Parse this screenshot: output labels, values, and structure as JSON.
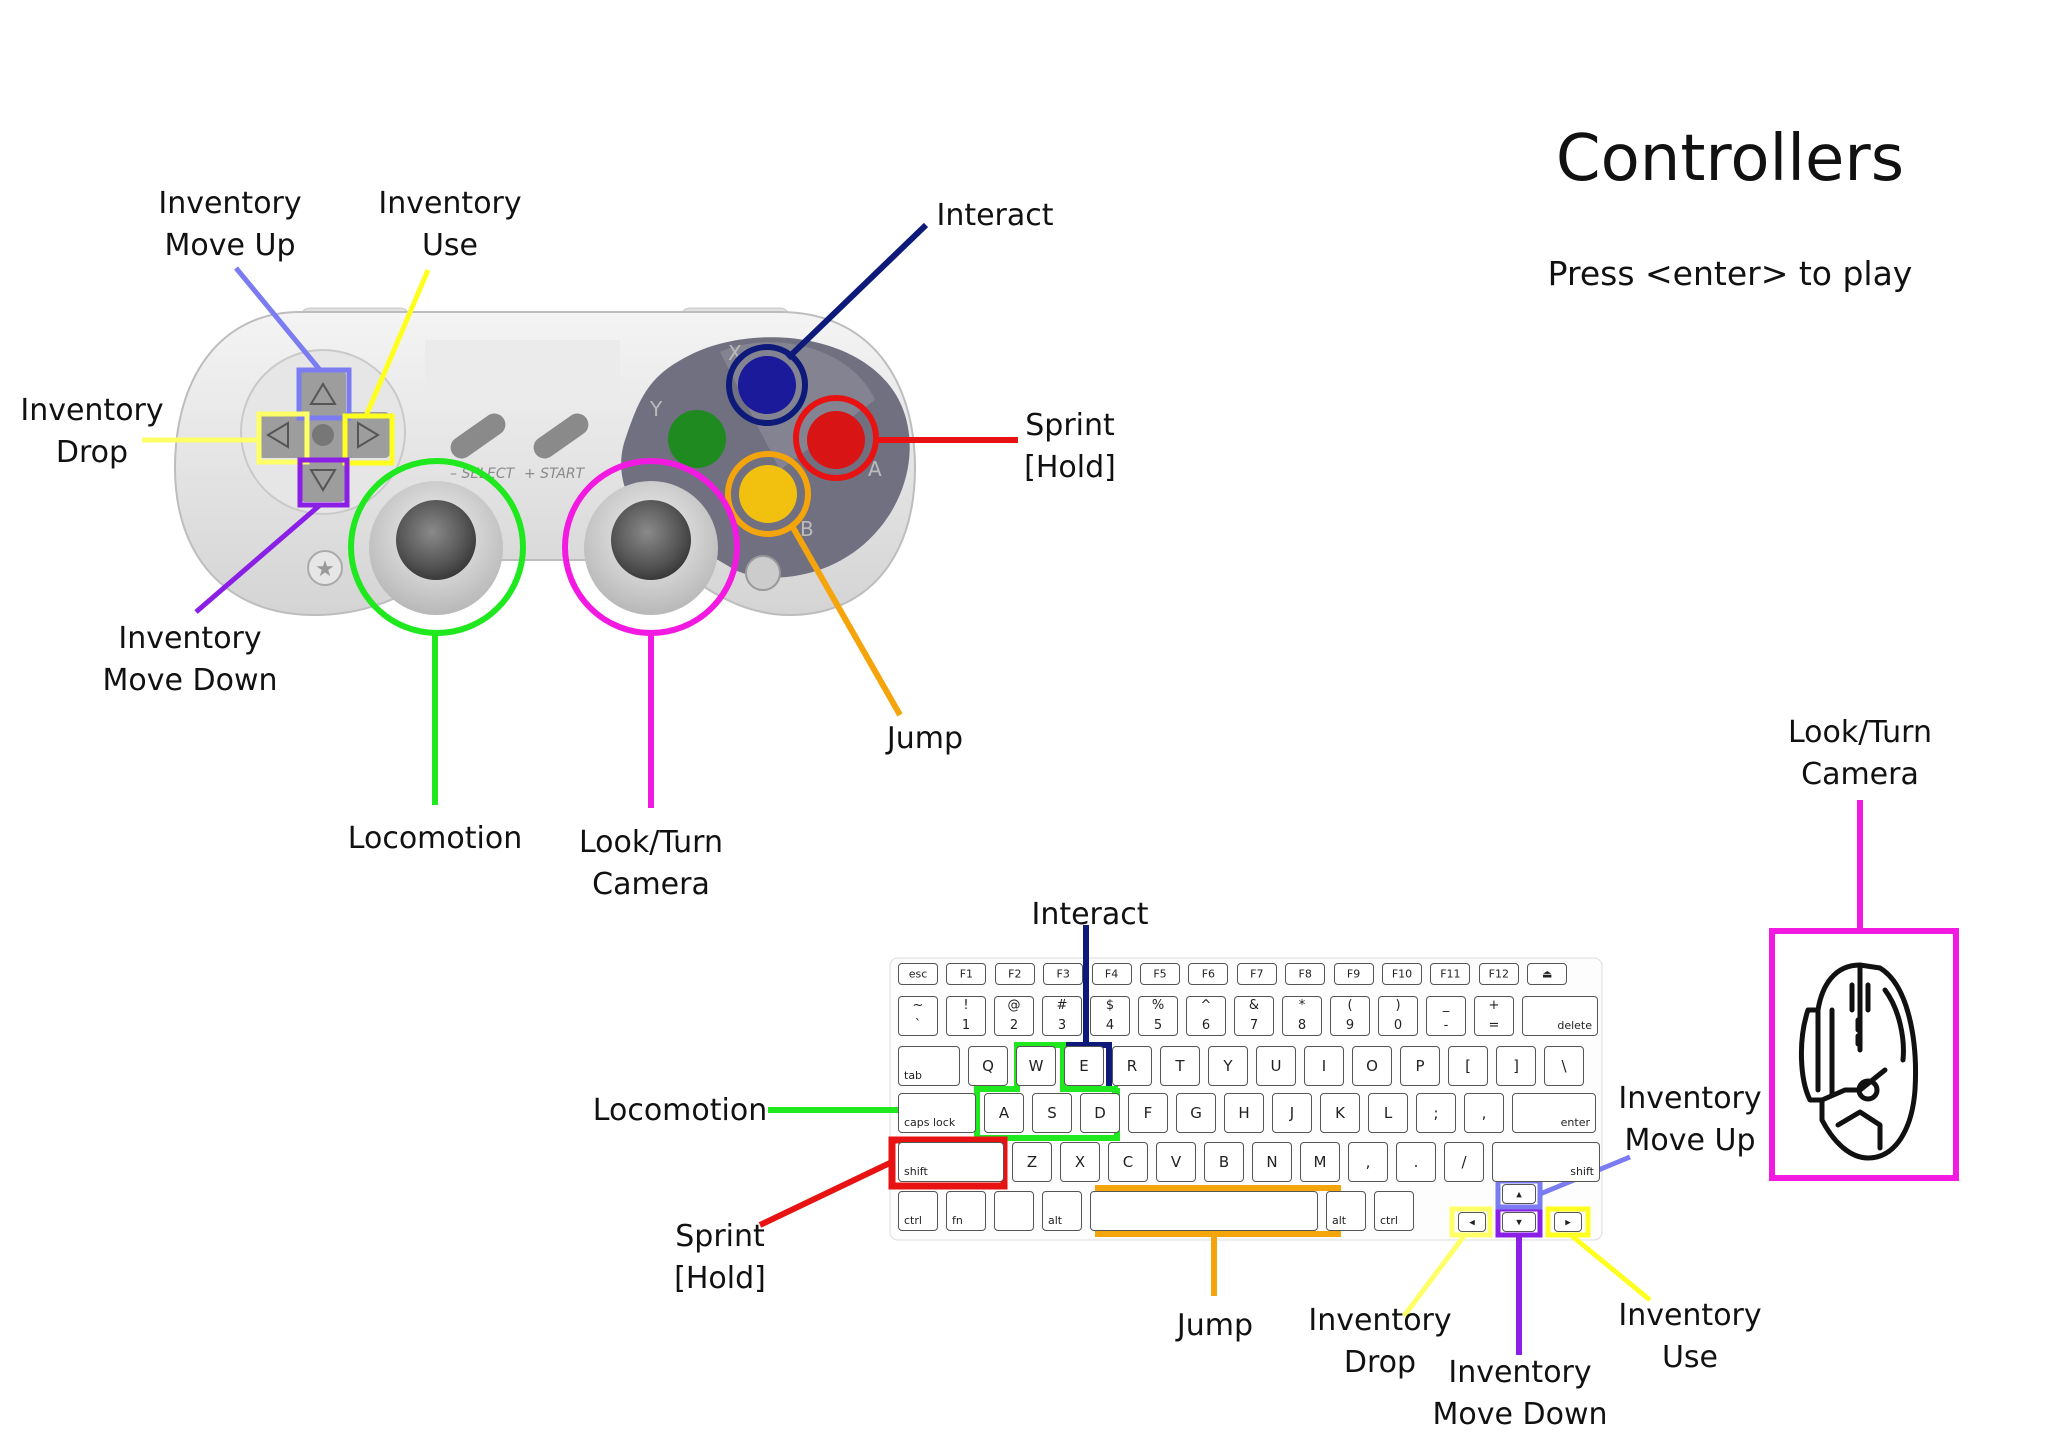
{
  "title": "Controllers",
  "subtitle": "Press <enter> to play",
  "gamepad": {
    "labels": {
      "inv_move_up": [
        "Inventory",
        "Move Up"
      ],
      "inv_use": [
        "Inventory",
        "Use"
      ],
      "inv_drop": [
        "Inventory",
        "Drop"
      ],
      "inv_move_down": [
        "Inventory",
        "Move Down"
      ],
      "interact": [
        "Interact"
      ],
      "sprint": [
        "Sprint",
        "[Hold]"
      ],
      "jump": [
        "Jump"
      ],
      "locomotion": [
        "Locomotion"
      ],
      "look": [
        "Look/Turn",
        "Camera"
      ]
    },
    "button_letters": {
      "x": "X",
      "y": "Y",
      "a": "A",
      "b": "B"
    },
    "select_text": "– SELECT",
    "start_text": "+ START"
  },
  "keyboard": {
    "labels": {
      "interact": [
        "Interact"
      ],
      "locomotion": [
        "Locomotion"
      ],
      "sprint": [
        "Sprint",
        "[Hold]"
      ],
      "jump": [
        "Jump"
      ],
      "inv_drop": [
        "Inventory",
        "Drop"
      ],
      "inv_move_down": [
        "Inventory",
        "Move Down"
      ],
      "inv_use": [
        "Inventory",
        "Use"
      ],
      "inv_move_up": [
        "Inventory",
        "Move Up"
      ]
    },
    "rows": [
      [
        {
          "m": "esc"
        },
        {
          "m": "F1"
        },
        {
          "m": "F2"
        },
        {
          "m": "F3"
        },
        {
          "m": "F4"
        },
        {
          "m": "F5"
        },
        {
          "m": "F6"
        },
        {
          "m": "F7"
        },
        {
          "m": "F8"
        },
        {
          "m": "F9"
        },
        {
          "m": "F10"
        },
        {
          "m": "F11"
        },
        {
          "m": "F12"
        },
        {
          "m": "⏏"
        }
      ],
      [
        {
          "t": "~",
          "b": "`"
        },
        {
          "t": "!",
          "b": "1"
        },
        {
          "t": "@",
          "b": "2"
        },
        {
          "t": "#",
          "b": "3"
        },
        {
          "t": "$",
          "b": "4"
        },
        {
          "t": "%",
          "b": "5"
        },
        {
          "t": "^",
          "b": "6"
        },
        {
          "t": "&",
          "b": "7"
        },
        {
          "t": "*",
          "b": "8"
        },
        {
          "t": "(",
          "b": "9"
        },
        {
          "t": ")",
          "b": "0"
        },
        {
          "t": "_",
          "b": "-"
        },
        {
          "t": "+",
          "b": "="
        },
        {
          "br": "delete"
        }
      ],
      [
        {
          "bl": "tab"
        },
        {
          "m": "Q"
        },
        {
          "m": "W"
        },
        {
          "m": "E"
        },
        {
          "m": "R"
        },
        {
          "m": "T"
        },
        {
          "m": "Y"
        },
        {
          "m": "U"
        },
        {
          "m": "I"
        },
        {
          "m": "O"
        },
        {
          "m": "P"
        },
        {
          "m": "["
        },
        {
          "m": "]"
        },
        {
          "m": "\\"
        }
      ],
      [
        {
          "bl": "caps lock"
        },
        {
          "m": "A"
        },
        {
          "m": "S"
        },
        {
          "m": "D"
        },
        {
          "m": "F"
        },
        {
          "m": "G"
        },
        {
          "m": "H"
        },
        {
          "m": "J"
        },
        {
          "m": "K"
        },
        {
          "m": "L"
        },
        {
          "m": ";"
        },
        {
          "m": ","
        },
        {
          "br": "enter"
        }
      ],
      [
        {
          "bl": "shift"
        },
        {
          "m": "Z"
        },
        {
          "m": "X"
        },
        {
          "m": "C"
        },
        {
          "m": "V"
        },
        {
          "m": "B"
        },
        {
          "m": "N"
        },
        {
          "m": "M"
        },
        {
          "m": ","
        },
        {
          "m": "."
        },
        {
          "m": "/"
        },
        {
          "br": "shift"
        }
      ],
      [
        {
          "bl": "ctrl"
        },
        {
          "bl": "fn"
        },
        {
          "m": ""
        },
        {
          "bl": "alt"
        },
        {
          "m": ""
        },
        {
          "bl": "alt"
        },
        {
          "bl": "ctrl"
        },
        {
          "m": "◂"
        },
        {
          "m": "▴"
        },
        {
          "m": "▾"
        },
        {
          "m": "▸"
        }
      ]
    ]
  },
  "mouse": {
    "label": [
      "Look/Turn",
      "Camera"
    ]
  },
  "colors": {
    "inv_move_up": "#7b7bf2",
    "inv_use": "#ffff1f",
    "inv_drop": "#ffff66",
    "inv_move_down": "#8a1fe6",
    "interact": "#0d1a7a",
    "sprint": "#e81212",
    "jump": "#f5a50c",
    "locomotion": "#1fe81f",
    "look": "#f21ae0"
  }
}
